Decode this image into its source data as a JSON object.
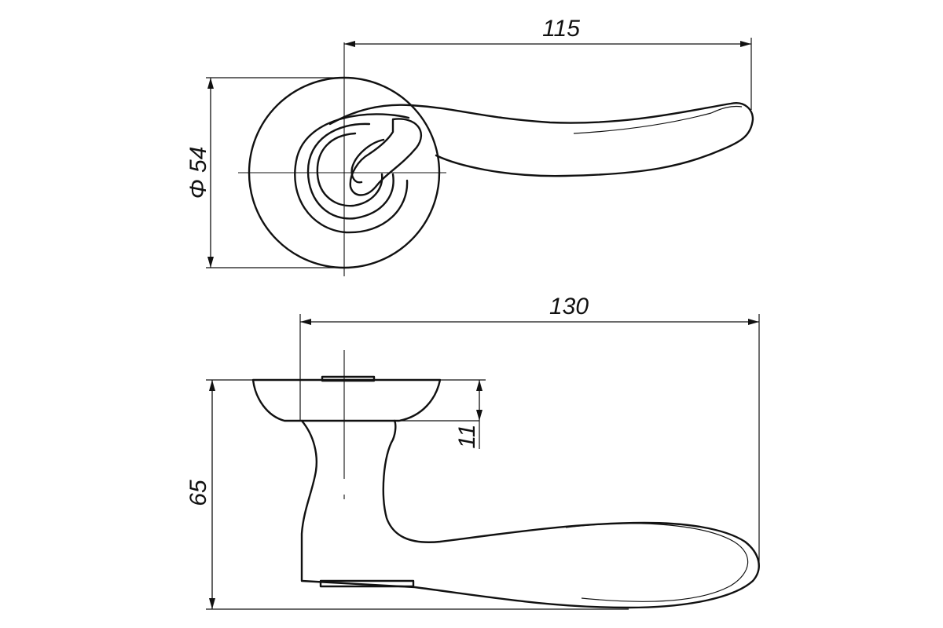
{
  "dimensions": {
    "top_length": "115",
    "rosette_diameter": "Φ 54",
    "bottom_length": "130",
    "rosette_height": "11",
    "total_height": "65"
  }
}
